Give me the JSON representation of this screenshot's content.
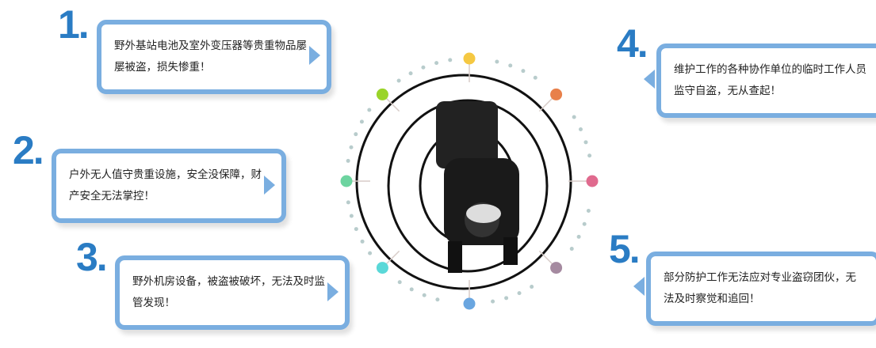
{
  "items": [
    {
      "num": "1.",
      "text": "野外基站电池及室外变压器等贵重物品屡屡被盗，损失惨重！"
    },
    {
      "num": "2.",
      "text": "户外无人值守贵重设施，安全没保障，财产安全无法掌控！"
    },
    {
      "num": "3.",
      "text": "野外机房设备，被盗被破坏，无法及时监管发现！"
    },
    {
      "num": "4.",
      "text": "维护工作的各种协作单位的临时工作人员监守自盗，无从查起！"
    },
    {
      "num": "5.",
      "text": "部分防护工作无法应对专业盗窃团伙，无法及时察觉和追回！"
    }
  ],
  "colors": {
    "accent": "#2a7cc4",
    "border": "#7aaee0",
    "nodes": [
      "#f5c842",
      "#e8804a",
      "#e06a8e",
      "#a58aa0",
      "#6aa6e0",
      "#5ad8d8",
      "#6dd4a0",
      "#9ad42a"
    ]
  }
}
